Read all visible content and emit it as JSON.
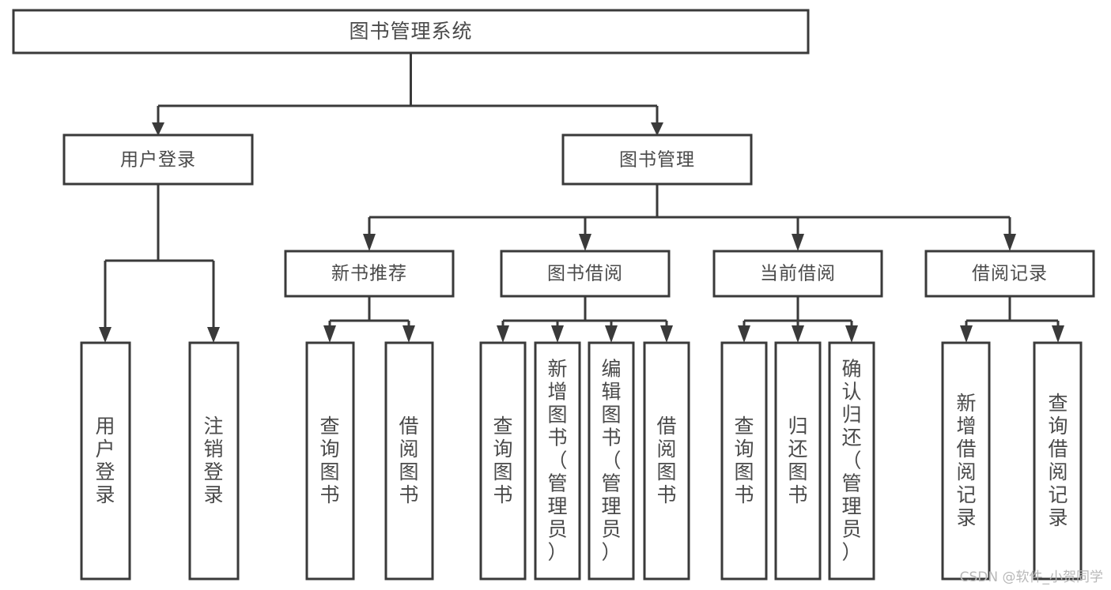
{
  "diagram": {
    "type": "tree",
    "title": "图书管理系统",
    "root": {
      "id": "root",
      "label": "图书管理系统",
      "orientation": "horizontal"
    },
    "level2": [
      {
        "id": "user-login",
        "label": "用户登录",
        "orientation": "horizontal"
      },
      {
        "id": "book-manage",
        "label": "图书管理",
        "orientation": "horizontal"
      }
    ],
    "level3": [
      {
        "id": "new-book-recommend",
        "label": "新书推荐",
        "orientation": "horizontal",
        "parent": "book-manage"
      },
      {
        "id": "book-borrow",
        "label": "图书借阅",
        "orientation": "horizontal",
        "parent": "book-manage"
      },
      {
        "id": "current-borrow",
        "label": "当前借阅",
        "orientation": "horizontal",
        "parent": "book-manage"
      },
      {
        "id": "borrow-record",
        "label": "借阅记录",
        "orientation": "horizontal",
        "parent": "book-manage"
      }
    ],
    "leaves": [
      {
        "id": "leaf-user-login",
        "label": "用户登录",
        "orientation": "vertical",
        "parent": "user-login"
      },
      {
        "id": "leaf-user-logout",
        "label": "注销登录",
        "orientation": "vertical",
        "parent": "user-login"
      },
      {
        "id": "leaf-query-book-1",
        "label": "查询图书",
        "orientation": "vertical",
        "parent": "new-book-recommend"
      },
      {
        "id": "leaf-borrow-book-1",
        "label": "借阅图书",
        "orientation": "vertical",
        "parent": "new-book-recommend"
      },
      {
        "id": "leaf-query-book-2",
        "label": "查询图书",
        "orientation": "vertical",
        "parent": "book-borrow"
      },
      {
        "id": "leaf-add-book",
        "label": "新增图书（管理员）",
        "orientation": "vertical",
        "parent": "book-borrow"
      },
      {
        "id": "leaf-edit-book",
        "label": "编辑图书（管理员）",
        "orientation": "vertical",
        "parent": "book-borrow"
      },
      {
        "id": "leaf-borrow-book-2",
        "label": "借阅图书",
        "orientation": "vertical",
        "parent": "book-borrow"
      },
      {
        "id": "leaf-query-book-3",
        "label": "查询图书",
        "orientation": "vertical",
        "parent": "current-borrow"
      },
      {
        "id": "leaf-return-book",
        "label": "归还图书",
        "orientation": "vertical",
        "parent": "current-borrow"
      },
      {
        "id": "leaf-confirm-return",
        "label": "确认归还（管理员）",
        "orientation": "vertical",
        "parent": "current-borrow"
      },
      {
        "id": "leaf-add-record",
        "label": "新增借阅记录",
        "orientation": "vertical",
        "parent": "borrow-record"
      },
      {
        "id": "leaf-query-record",
        "label": "查询借阅记录",
        "orientation": "vertical",
        "parent": "borrow-record"
      }
    ],
    "colors": {
      "stroke": "#3a3a3a",
      "fill": "#ffffff",
      "text": "#4a4a4a",
      "background": "#ffffff",
      "watermark": "#b8b8b8"
    }
  },
  "watermark": {
    "text": "CSDN @软件_小贺同学"
  }
}
